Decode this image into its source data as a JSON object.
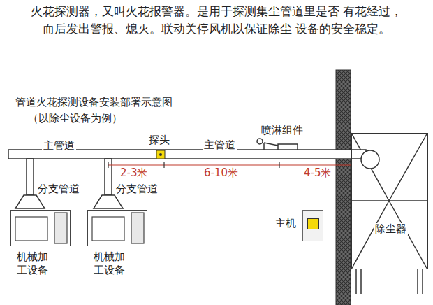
{
  "diagram": {
    "title": "火花探测器，又叫火花报警器。是用于探测集尘管道里是否 有花经过，而后发出警报、熄灭。联动关停风机以保证除尘 设备的安全稳定。",
    "nodes": [
      {
        "text": [
          "机械加 工设备"
        ]
      },
      {
        "text": [
          "机械加 工设备"
        ]
      },
      {
        "text": [
          "主机"
        ]
      },
      {
        "text": [
          "除尘器"
        ]
      }
    ],
    "labels": [
      "管道火花探测设备安装部署示意图",
      "（以除尘设备为例）",
      "主管道",
      "分支管道",
      "分支管道",
      "探头",
      "主管道",
      "喷淋组件",
      "2-3米",
      "6-10米",
      "4-5米"
    ]
  }
}
